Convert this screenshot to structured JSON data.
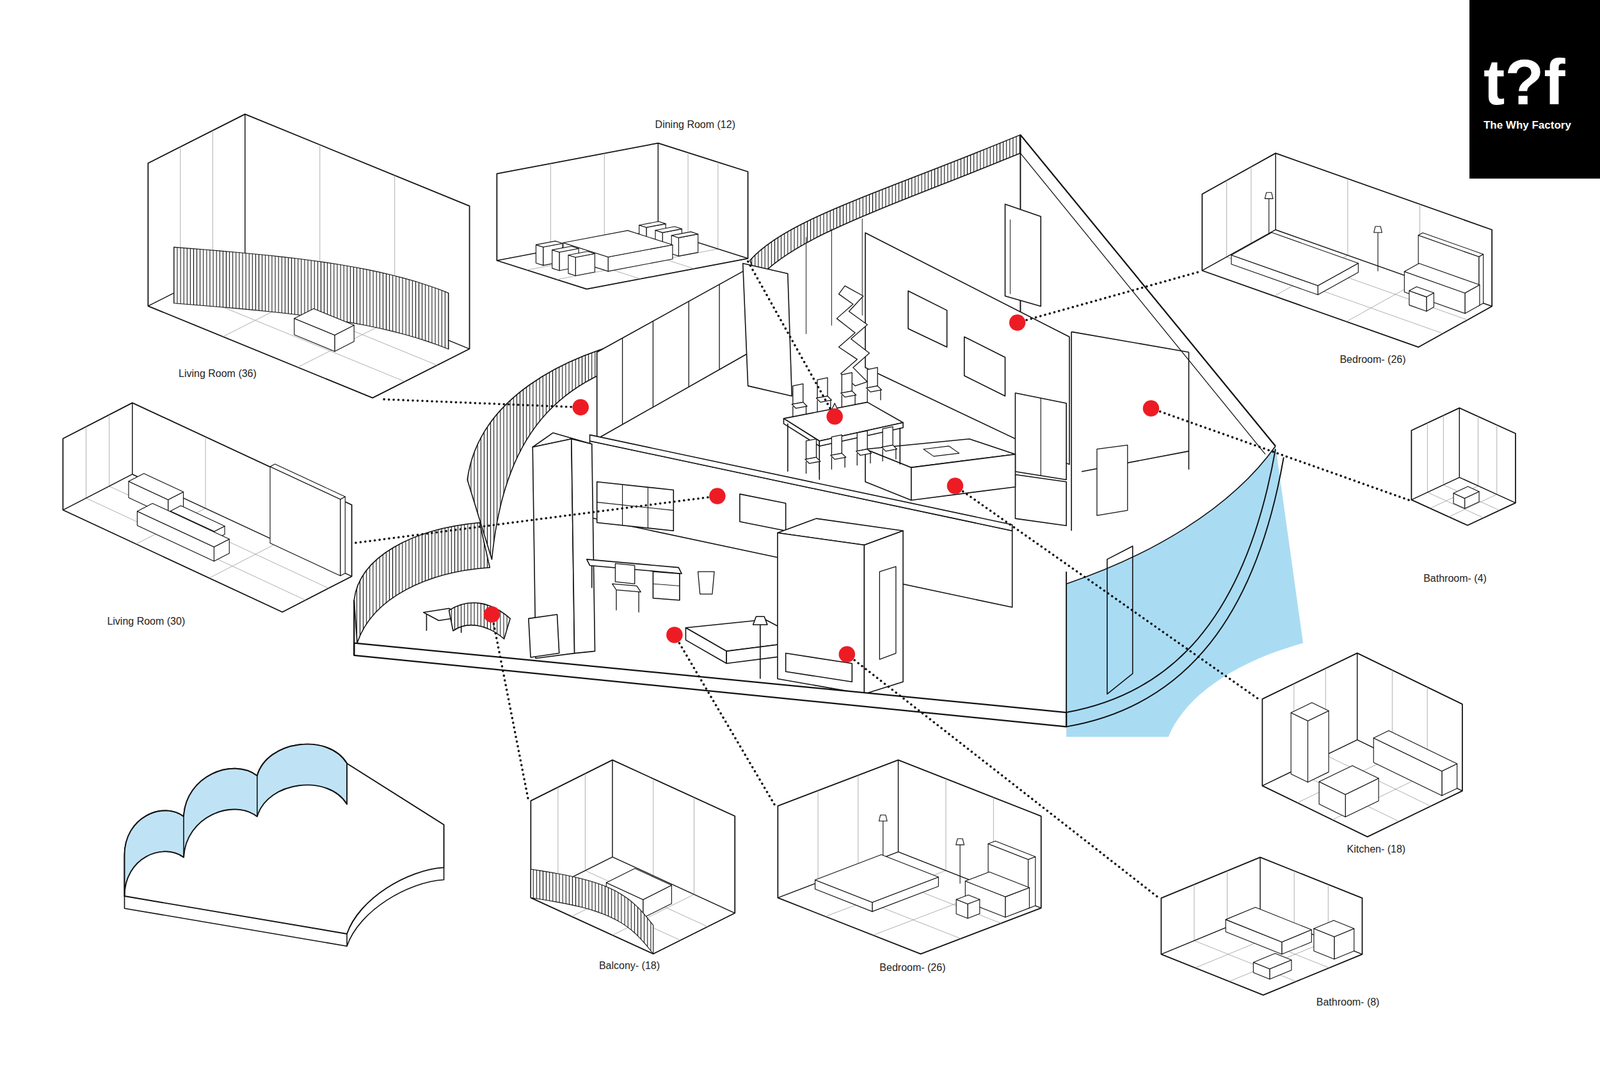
{
  "diagram": {
    "nodes": [
      {
        "text": [
          "Living Room (36)"
        ]
      },
      {
        "text": [
          "Dining Room (12)"
        ]
      },
      {
        "text": [
          "t?f",
          "The Why Factory"
        ]
      },
      {
        "text": [
          "Bedroom- (26)"
        ]
      },
      {
        "text": [
          "Living Room (30)"
        ]
      },
      {
        "text": [
          "Bathroom- (4)"
        ]
      },
      {
        "text": [
          "Kitchen- (18)"
        ]
      },
      {
        "text": [
          "Balcony- (18)"
        ]
      },
      {
        "text": [
          "Bedroom- (26)"
        ]
      },
      {
        "text": [
          "Bathroom- (8)"
        ]
      }
    ]
  }
}
